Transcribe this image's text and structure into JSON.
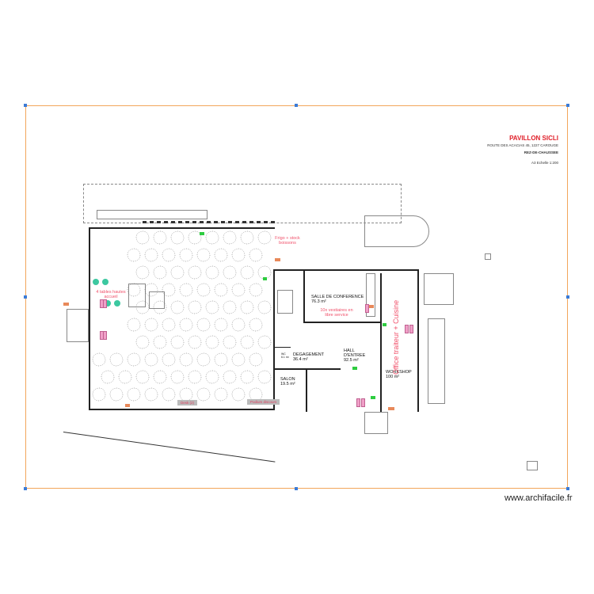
{
  "title_block": {
    "project": "PAVILLON SICLI",
    "address": "ROUTE DES ACACIAS 45, 1227 CAROUGE",
    "level": "REZ-DE-CHAUSSEE",
    "scale": "A3 Echelle 1:200"
  },
  "rooms": [
    {
      "name": "SALLE DE CONFERENCE",
      "area": "76.3 m²"
    },
    {
      "name": "DEGAGEMENT",
      "area": "36.4 m²"
    },
    {
      "name": "HALL D'ENTREE",
      "area": "92.5 m²"
    },
    {
      "name": "SALON",
      "area": "19.5 m²"
    },
    {
      "name": "WORKSHOP",
      "area": "100 m²"
    },
    {
      "name": "WC",
      "area": "6.1 m²"
    }
  ],
  "annotations": {
    "frigo": "Frigo + stock boissons",
    "vestiaires": "10x vestiaires en libre service",
    "tables_hautes": "4 tables hautes accueil",
    "office": "Office traiteur + Cuisine",
    "desk": "Desk (2)",
    "podium": "Podium discours"
  },
  "colors": {
    "frame": "#f2a65a",
    "accent_red": "#e0202a",
    "annotation": "#f0506a",
    "tag_green": "#2ecc40",
    "tag_orange": "#e8895a"
  },
  "footer": "www.archifacile.fr"
}
